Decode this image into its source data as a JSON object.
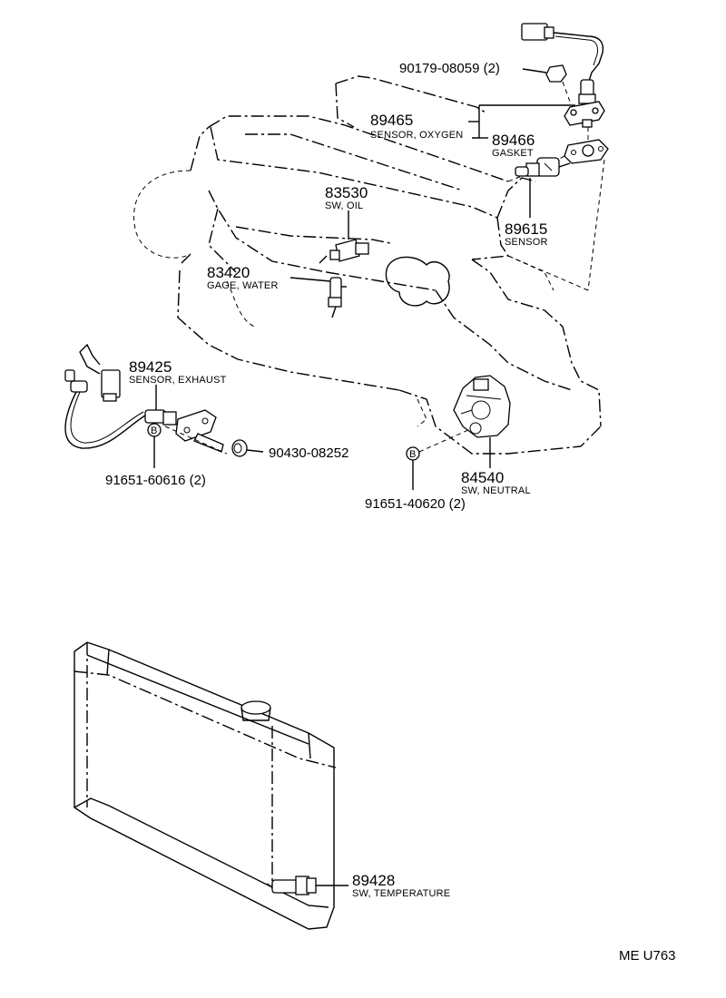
{
  "parts": {
    "p89465": {
      "number": "89465",
      "name": "SENSOR, OXYGEN"
    },
    "p89466": {
      "number": "89466",
      "name": "GASKET"
    },
    "p90179": {
      "code": "90179-08059 (2)"
    },
    "p83530": {
      "number": "83530",
      "name": "SW, OIL"
    },
    "p89615": {
      "number": "89615",
      "name": "SENSOR"
    },
    "p83420": {
      "number": "83420",
      "name": "GAGE, WATER"
    },
    "p89425": {
      "number": "89425",
      "name": "SENSOR, EXHAUST"
    },
    "p90430": {
      "code": "90430-08252"
    },
    "p91651_60616": {
      "code": "91651-60616 (2)"
    },
    "p84540": {
      "number": "84540",
      "name": "SW, NEUTRAL"
    },
    "p91651_40620": {
      "code": "91651-40620 (2)"
    },
    "p89428": {
      "number": "89428",
      "name": "SW, TEMPERATURE"
    }
  },
  "callouts": {
    "bolt_ref": "B"
  },
  "footer": {
    "code": "ME U763"
  }
}
